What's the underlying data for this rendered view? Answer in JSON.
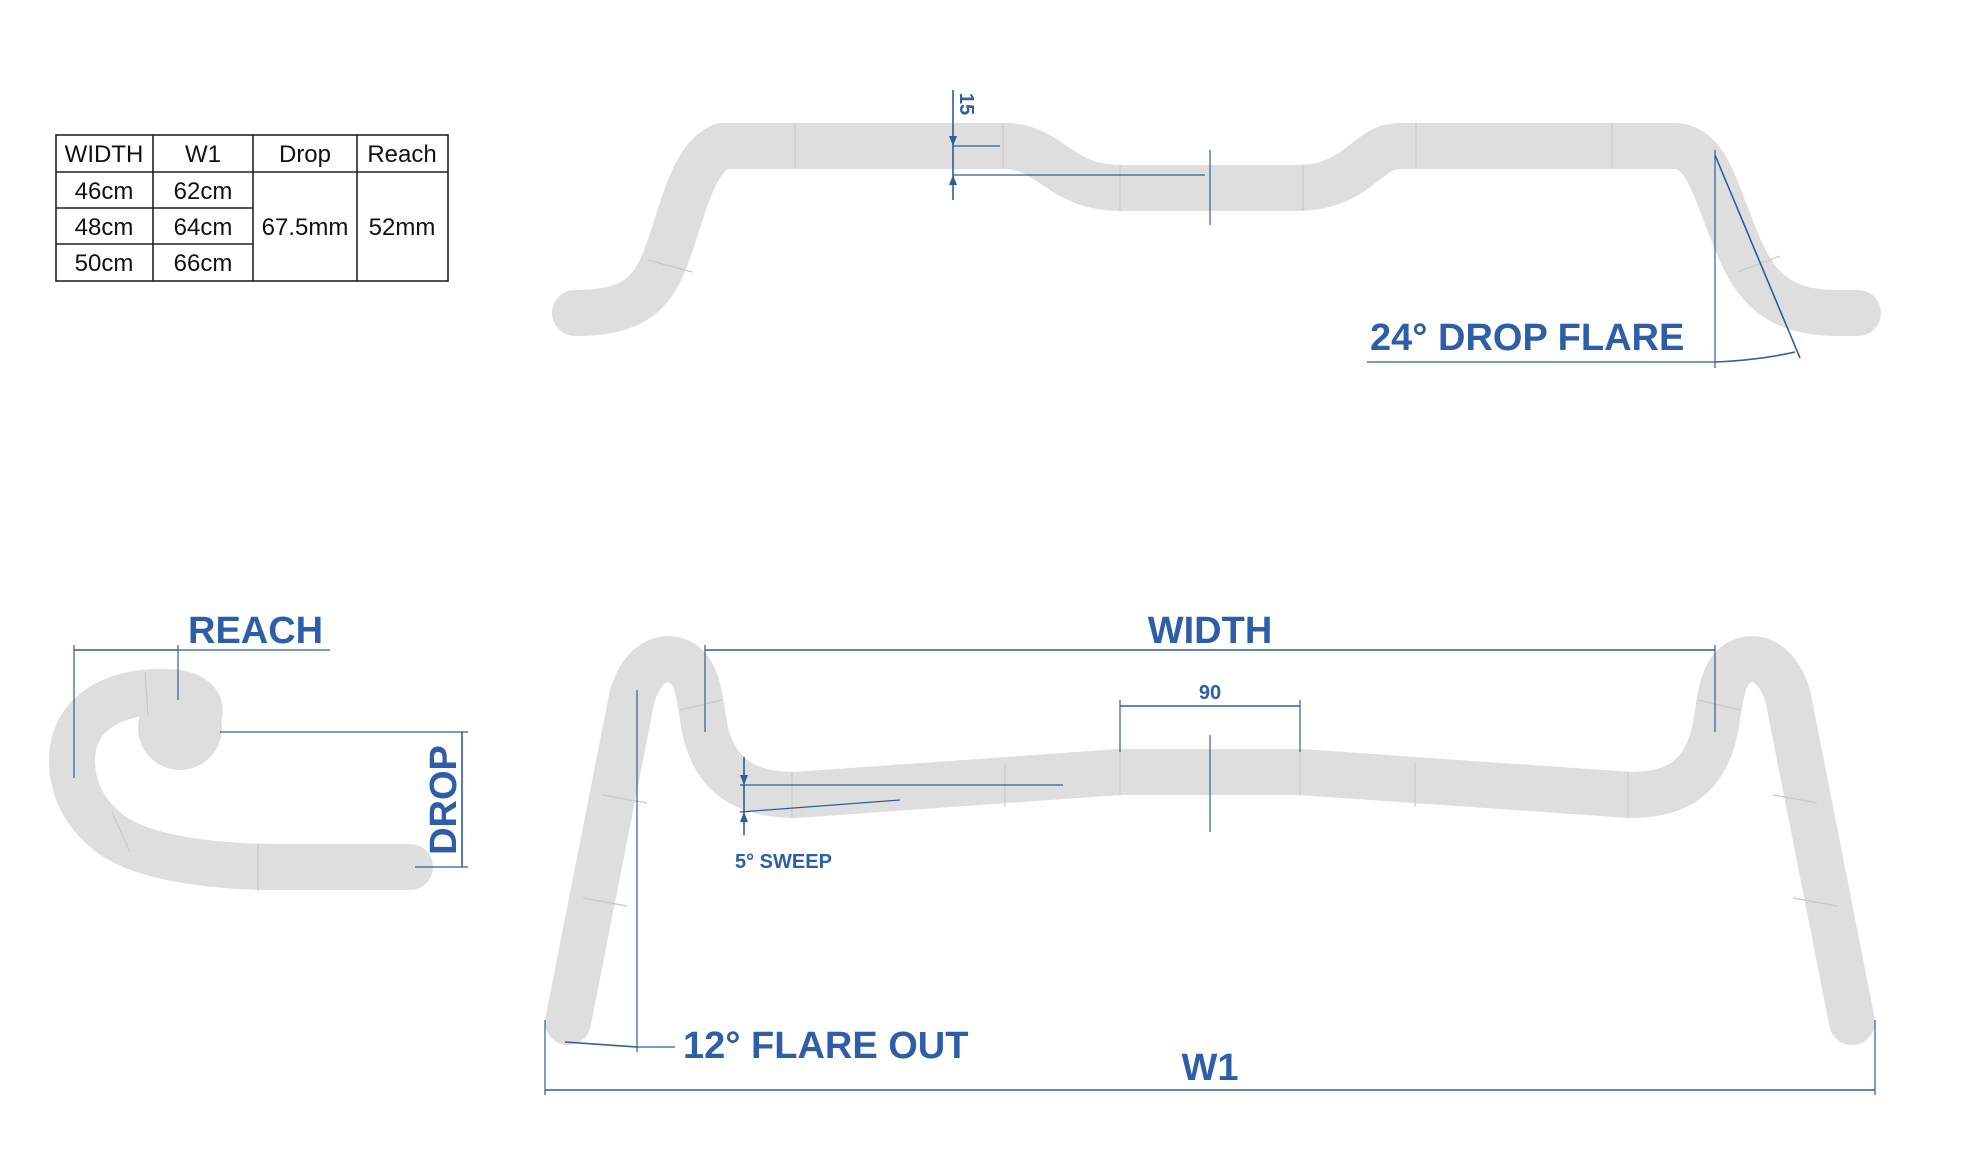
{
  "spec_table": {
    "headers": [
      "WIDTH",
      "W1",
      "Drop",
      "Reach"
    ],
    "rows": [
      {
        "width": "46cm",
        "w1": "62cm"
      },
      {
        "width": "48cm",
        "w1": "64cm"
      },
      {
        "width": "50cm",
        "w1": "66cm"
      }
    ],
    "drop": "67.5mm",
    "reach": "52mm"
  },
  "top_view": {
    "rise_value": "15",
    "drop_flare_label": "24° DROP FLARE"
  },
  "side_view": {
    "reach_label": "REACH",
    "drop_label": "DROP"
  },
  "front_view": {
    "width_label": "WIDTH",
    "center_value": "90",
    "sweep_label": "5° SWEEP",
    "flare_out_label": "12° FLARE OUT",
    "w1_label": "W1"
  },
  "colors": {
    "accent": "#2e5ea8",
    "tube": "#dedede"
  }
}
